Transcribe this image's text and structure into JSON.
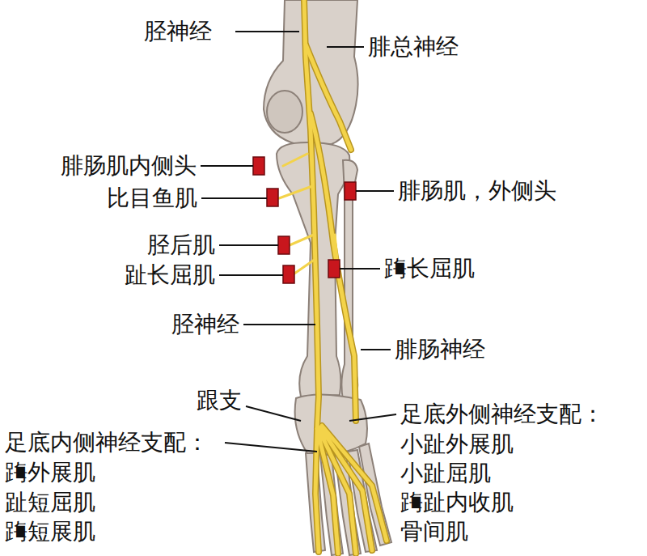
{
  "diagram": {
    "labels": [
      "胫神经",
      "腓总神经",
      "腓肠肌内侧头",
      "腓肠肌，外侧头",
      "比目鱼肌",
      "胫后肌",
      "踇长屈肌",
      "趾长屈肌",
      "胫神经",
      "腓肠神经",
      "跟支",
      "足底外侧神经支配：",
      "足底内侧神经支配：",
      "小趾外展肌",
      "踇外展肌",
      "小趾屈肌",
      "趾短屈肌",
      "踇趾内收肌",
      "踇短展肌",
      "骨间肌"
    ]
  }
}
